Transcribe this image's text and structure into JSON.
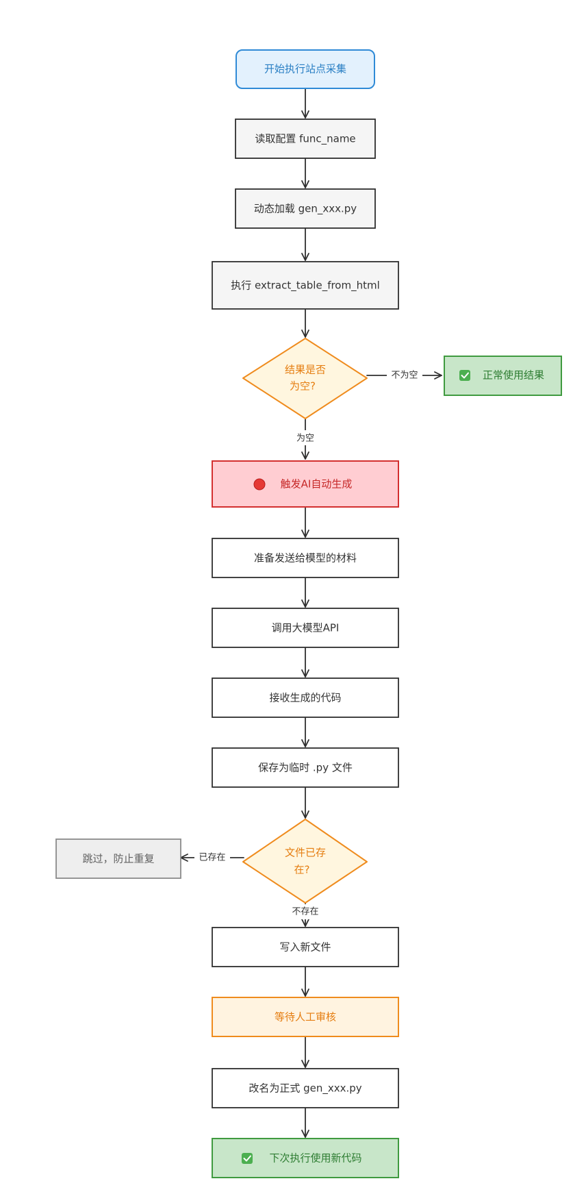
{
  "nodes": {
    "start": "开始执行站点采集",
    "read_config": "读取配置 func_name",
    "dynamic_load": "动态加载 gen_xxx.py",
    "execute": "执行 extract_table_from_html",
    "is_empty_line1": "结果是否",
    "is_empty_line2": "为空?",
    "use_result": "正常使用结果",
    "trigger_ai": "触发AI自动生成",
    "prepare": "准备发送给模型的材料",
    "call_api": "调用大模型API",
    "receive_code": "接收生成的代码",
    "save_temp": "保存为临时 .py 文件",
    "file_exists_line1": "文件已存",
    "file_exists_line2": "在?",
    "skip": "跳过，防止重复",
    "write_new": "写入新文件",
    "wait_review": "等待人工审核",
    "rename": "改名为正式 gen_xxx.py",
    "next_run": "下次执行使用新代码"
  },
  "edges": {
    "not_empty": "不为空",
    "empty": "为空",
    "exists": "已存在",
    "not_exists": "不存在"
  },
  "colors": {
    "blue_fill": "#e3f1fd",
    "blue_stroke": "#2f8ad6",
    "blue_text": "#2a7fc4",
    "gray_fill": "#f5f5f5",
    "dark_stroke": "#2e2e2e",
    "orange_fill": "#fff6df",
    "orange_stroke": "#ef8b1d",
    "orange_text": "#e57d10",
    "green_fill": "#c8e6c9",
    "green_stroke": "#3f9a3f",
    "green_text": "#2e7d32",
    "red_fill": "#ffcdd2",
    "red_stroke": "#d32f2f",
    "red_text": "#c62828",
    "skip_fill": "#eeeeee",
    "skip_stroke": "#8a8a8a",
    "skip_text": "#616161"
  },
  "icons": {
    "check": "check-box-icon",
    "red_dot": "red-circle-icon"
  }
}
